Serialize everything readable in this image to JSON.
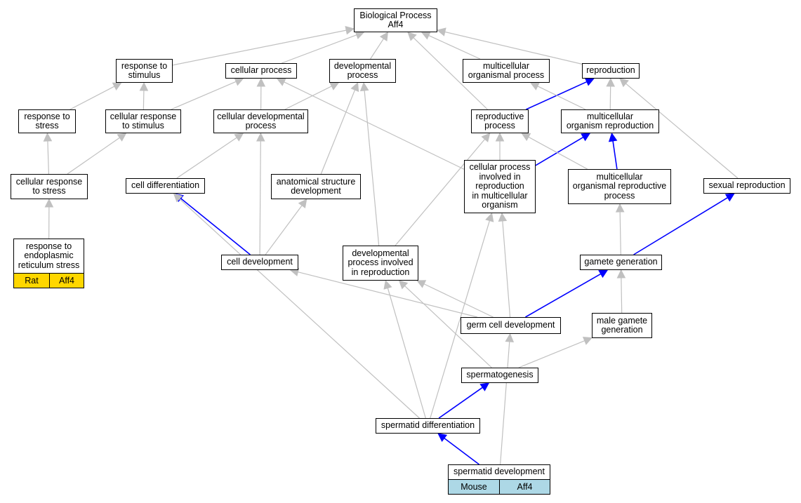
{
  "diagram": {
    "nodes": [
      {
        "id": "bp",
        "label": "Biological Process\nAff4"
      },
      {
        "id": "rts",
        "label": "response to\nstimulus"
      },
      {
        "id": "cp",
        "label": "cellular process"
      },
      {
        "id": "dp",
        "label": "developmental\nprocess"
      },
      {
        "id": "mop",
        "label": "multicellular\norganismal process"
      },
      {
        "id": "rep",
        "label": "reproduction"
      },
      {
        "id": "rtstress",
        "label": "response to\nstress"
      },
      {
        "id": "crts",
        "label": "cellular response\nto stimulus"
      },
      {
        "id": "cdp",
        "label": "cellular developmental\nprocess"
      },
      {
        "id": "rp",
        "label": "reproductive\nprocess"
      },
      {
        "id": "mor",
        "label": "multicellular\norganism reproduction"
      },
      {
        "id": "crstress",
        "label": "cellular response\nto stress"
      },
      {
        "id": "cdiff",
        "label": "cell differentiation"
      },
      {
        "id": "asd",
        "label": "anatomical structure\ndevelopment"
      },
      {
        "id": "cpirmo",
        "label": "cellular process\ninvolved in\nreproduction\nin multicellular\norganism"
      },
      {
        "id": "morp",
        "label": "multicellular\norganismal reproductive\nprocess"
      },
      {
        "id": "sr",
        "label": "sexual reproduction"
      },
      {
        "id": "rters",
        "label": "response to\nendoplasmic\nreticulum stress"
      },
      {
        "id": "cdev",
        "label": "cell development"
      },
      {
        "id": "dpir",
        "label": "developmental\nprocess involved\nin reproduction"
      },
      {
        "id": "gg",
        "label": "gamete generation"
      },
      {
        "id": "gcd",
        "label": "germ cell development"
      },
      {
        "id": "mgg",
        "label": "male gamete\ngeneration"
      },
      {
        "id": "sg",
        "label": "spermatogenesis"
      },
      {
        "id": "sdiff",
        "label": "spermatid differentiation"
      },
      {
        "id": "sdev",
        "label": "spermatid development"
      }
    ],
    "annotations": [
      {
        "node": "rters",
        "species": "Rat",
        "gene": "Aff4",
        "color": "#FFD700"
      },
      {
        "node": "sdev",
        "species": "Mouse",
        "gene": "Aff4",
        "color": "#ADD8E6"
      }
    ],
    "edges": [
      {
        "from": "rts",
        "to": "bp",
        "color": "#c0c0c0"
      },
      {
        "from": "cp",
        "to": "bp",
        "color": "#c0c0c0"
      },
      {
        "from": "dp",
        "to": "bp",
        "color": "#c0c0c0"
      },
      {
        "from": "mop",
        "to": "bp",
        "color": "#c0c0c0"
      },
      {
        "from": "rep",
        "to": "bp",
        "color": "#c0c0c0"
      },
      {
        "from": "rp",
        "to": "bp",
        "color": "#c0c0c0"
      },
      {
        "from": "rtstress",
        "to": "rts",
        "color": "#c0c0c0"
      },
      {
        "from": "crts",
        "to": "rts",
        "color": "#c0c0c0"
      },
      {
        "from": "crts",
        "to": "cp",
        "color": "#c0c0c0"
      },
      {
        "from": "cdp",
        "to": "cp",
        "color": "#c0c0c0"
      },
      {
        "from": "cdp",
        "to": "dp",
        "color": "#c0c0c0"
      },
      {
        "from": "rp",
        "to": "rep",
        "color": "#0000ff"
      },
      {
        "from": "mor",
        "to": "rep",
        "color": "#c0c0c0"
      },
      {
        "from": "mor",
        "to": "mop",
        "color": "#c0c0c0"
      },
      {
        "from": "crstress",
        "to": "rtstress",
        "color": "#c0c0c0"
      },
      {
        "from": "crstress",
        "to": "crts",
        "color": "#c0c0c0"
      },
      {
        "from": "cdiff",
        "to": "cdp",
        "color": "#c0c0c0"
      },
      {
        "from": "asd",
        "to": "dp",
        "color": "#c0c0c0"
      },
      {
        "from": "cpirmo",
        "to": "cp",
        "color": "#c0c0c0"
      },
      {
        "from": "cpirmo",
        "to": "rp",
        "color": "#c0c0c0"
      },
      {
        "from": "cpirmo",
        "to": "mor",
        "color": "#0000ff"
      },
      {
        "from": "morp",
        "to": "rp",
        "color": "#c0c0c0"
      },
      {
        "from": "morp",
        "to": "mor",
        "color": "#0000ff"
      },
      {
        "from": "sr",
        "to": "rep",
        "color": "#c0c0c0"
      },
      {
        "from": "rters",
        "to": "crstress",
        "color": "#c0c0c0"
      },
      {
        "from": "cdev",
        "to": "cdiff",
        "color": "#0000ff"
      },
      {
        "from": "cdev",
        "to": "cdp",
        "color": "#c0c0c0"
      },
      {
        "from": "cdev",
        "to": "asd",
        "color": "#c0c0c0"
      },
      {
        "from": "dpir",
        "to": "dp",
        "color": "#c0c0c0"
      },
      {
        "from": "dpir",
        "to": "rp",
        "color": "#c0c0c0"
      },
      {
        "from": "gg",
        "to": "morp",
        "color": "#c0c0c0"
      },
      {
        "from": "gg",
        "to": "sr",
        "color": "#0000ff"
      },
      {
        "from": "gcd",
        "to": "cdev",
        "color": "#c0c0c0"
      },
      {
        "from": "gcd",
        "to": "dpir",
        "color": "#c0c0c0"
      },
      {
        "from": "gcd",
        "to": "cpirmo",
        "color": "#c0c0c0"
      },
      {
        "from": "gcd",
        "to": "gg",
        "color": "#0000ff"
      },
      {
        "from": "mgg",
        "to": "gg",
        "color": "#c0c0c0"
      },
      {
        "from": "sg",
        "to": "mgg",
        "color": "#c0c0c0"
      },
      {
        "from": "sg",
        "to": "dpir",
        "color": "#c0c0c0"
      },
      {
        "from": "sdiff",
        "to": "sg",
        "color": "#0000ff"
      },
      {
        "from": "sdiff",
        "to": "cdiff",
        "color": "#c0c0c0"
      },
      {
        "from": "sdiff",
        "to": "dpir",
        "color": "#c0c0c0"
      },
      {
        "from": "sdiff",
        "to": "cpirmo",
        "color": "#c0c0c0"
      },
      {
        "from": "sdev",
        "to": "sdiff",
        "color": "#0000ff"
      },
      {
        "from": "sdev",
        "to": "gcd",
        "color": "#c0c0c0"
      }
    ]
  }
}
